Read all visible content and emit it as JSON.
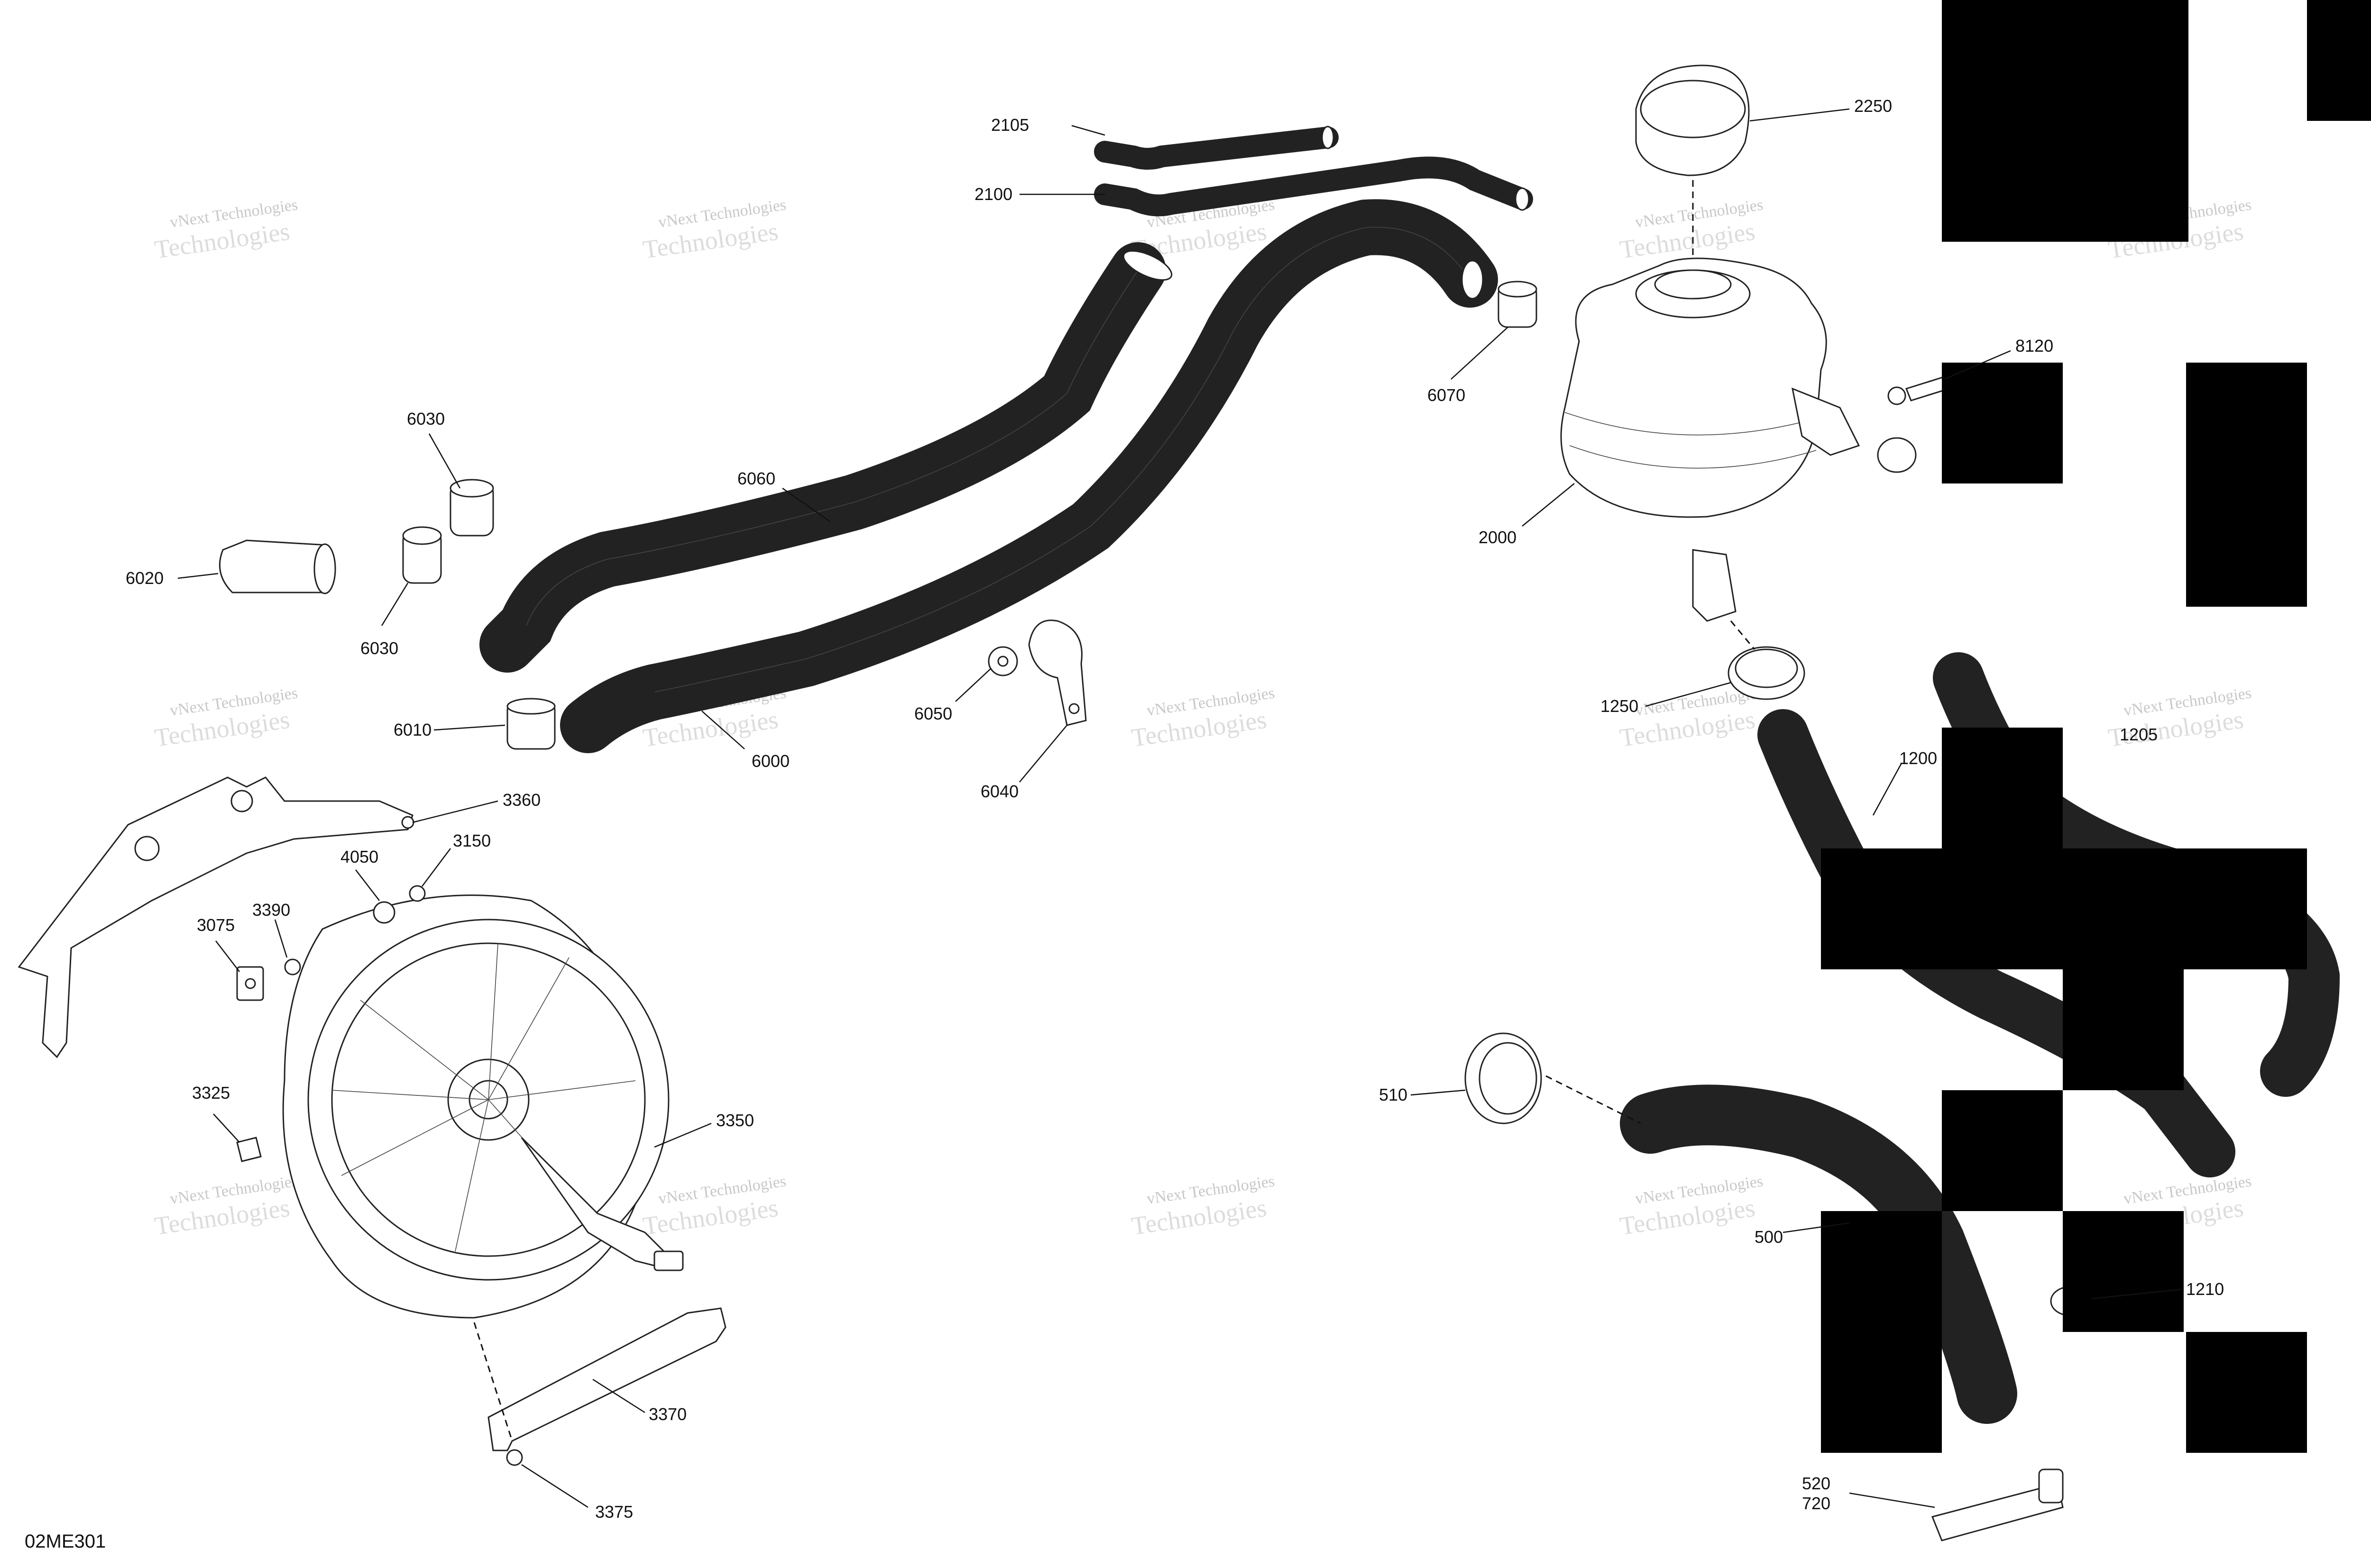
{
  "diagram_code": "02ME301",
  "watermark": {
    "line1": "vNext Technologies",
    "line2": "Technologies"
  },
  "labels": {
    "p2105": "2105",
    "p2100": "2100",
    "p2250": "2250",
    "p8120": "8120",
    "p6070": "6070",
    "p2000": "2000",
    "p6030a": "6030",
    "p6030b": "6030",
    "p6060": "6060",
    "p6020": "6020",
    "p6010": "6010",
    "p6000": "6000",
    "p6050": "6050",
    "p6040": "6040",
    "p1250": "1250",
    "p1200": "1200",
    "p1205": "1205",
    "p3360": "3360",
    "p4050": "4050",
    "p3150": "3150",
    "p3390": "3390",
    "p3075": "3075",
    "p3325": "3325",
    "p3350": "3350",
    "p3370": "3370",
    "p3375": "3375",
    "p510": "510",
    "p500": "500",
    "p1210": "1210",
    "p520": "520",
    "p720": "720"
  }
}
